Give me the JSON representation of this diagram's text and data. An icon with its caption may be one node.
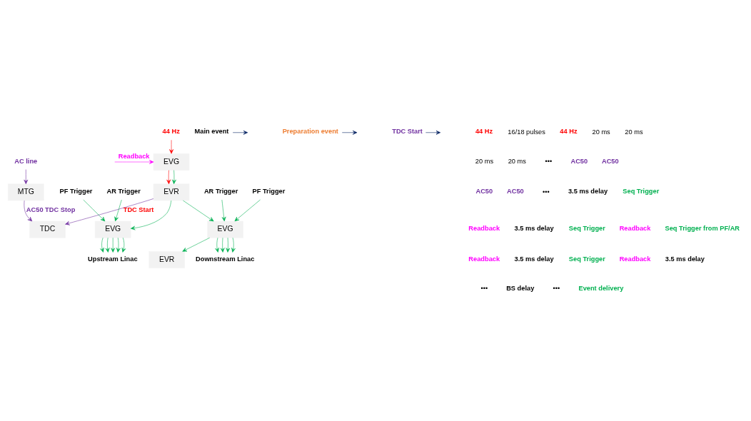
{
  "diagram": {
    "nodes": [
      {
        "text": [
          "44 Hz"
        ]
      },
      {
        "text": [
          "AC line"
        ]
      },
      {
        "text": [
          "EVG"
        ]
      },
      {
        "text": [
          "MTG"
        ]
      },
      {
        "text": [
          "EVR"
        ]
      },
      {
        "text": [
          "PF Trigger"
        ]
      },
      {
        "text": [
          "AR Trigger"
        ]
      },
      {
        "text": [
          "PF Trigger"
        ]
      },
      {
        "text": [
          "AR Trigger"
        ]
      },
      {
        "text": [
          "TDC"
        ]
      },
      {
        "text": [
          "EVG"
        ]
      },
      {
        "text": [
          "EVG"
        ]
      },
      {
        "text": [
          "Upstream Linac"
        ]
      },
      {
        "text": [
          "Downstream Linac"
        ]
      },
      {
        "text": [
          "EVR"
        ]
      },
      {
        "text": [
          "Main event"
        ]
      },
      {
        "text": [
          "Preparation event"
        ]
      },
      {
        "text": [
          "TDC Start"
        ]
      }
    ],
    "edges": [
      {
        "from": 0,
        "to": 2,
        "arrow": "to",
        "color": "#ff0000"
      },
      {
        "from": null,
        "to": 2,
        "arrow": "to",
        "label": "Readback",
        "color": "#ff00ff"
      },
      {
        "from": 1,
        "to": 3,
        "arrow": "to",
        "color": "#7030a0"
      },
      {
        "from": 2,
        "to": 4,
        "arrow": "to",
        "color": "#ff0000"
      },
      {
        "from": 2,
        "to": 4,
        "arrow": "to"
      },
      {
        "from": 3,
        "to": 9,
        "arrow": "to",
        "label": "AC50 TDC Stop",
        "color": "#7030a0"
      },
      {
        "from": 4,
        "to": 9,
        "arrow": "to",
        "label": "TDC Start",
        "color": "#7030a0"
      },
      {
        "from": 4,
        "to": 10,
        "arrow": "to"
      },
      {
        "from": 4,
        "to": 11,
        "arrow": "to"
      },
      {
        "from": 5,
        "to": 10,
        "arrow": "to"
      },
      {
        "from": 6,
        "to": 10,
        "arrow": "to"
      },
      {
        "from": 7,
        "to": 11,
        "arrow": "to"
      },
      {
        "from": 8,
        "to": 11,
        "arrow": "to"
      },
      {
        "from": 10,
        "to": 12,
        "arrow": "to"
      },
      {
        "from": 10,
        "to": 12,
        "arrow": "to"
      },
      {
        "from": 10,
        "to": 12,
        "arrow": "to"
      },
      {
        "from": 10,
        "to": 12,
        "arrow": "to"
      },
      {
        "from": 10,
        "to": 12,
        "arrow": "to"
      },
      {
        "from": 11,
        "to": 13,
        "arrow": "to"
      },
      {
        "from": 11,
        "to": 13,
        "arrow": "to"
      },
      {
        "from": 11,
        "to": 13,
        "arrow": "to"
      },
      {
        "from": 11,
        "to": 13,
        "arrow": "to"
      },
      {
        "from": 11,
        "to": 14,
        "arrow": "to"
      },
      {
        "from": 15,
        "to": null,
        "arrow": "to",
        "color": "#002060"
      },
      {
        "from": 16,
        "to": null,
        "arrow": "to",
        "color": "#002060"
      },
      {
        "from": 17,
        "to": null,
        "arrow": "to",
        "color": "#002060"
      }
    ],
    "labels": [
      "44 Hz",
      "16/18 pulses",
      "44 Hz",
      "20 ms",
      "20 ms",
      "20 ms",
      "20 ms",
      "•••",
      "AC50",
      "AC50",
      "AC50",
      "AC50",
      "•••",
      "3.5 ms delay",
      "Seq Trigger",
      "Readback",
      "3.5 ms delay",
      "Seq Trigger",
      "Readback",
      "Seq Trigger from PF/AR",
      "Readback",
      "3.5 ms delay",
      "Seq Trigger",
      "Readback",
      "3.5 ms delay",
      "•••",
      "BS delay",
      "•••",
      "Event delivery"
    ]
  }
}
